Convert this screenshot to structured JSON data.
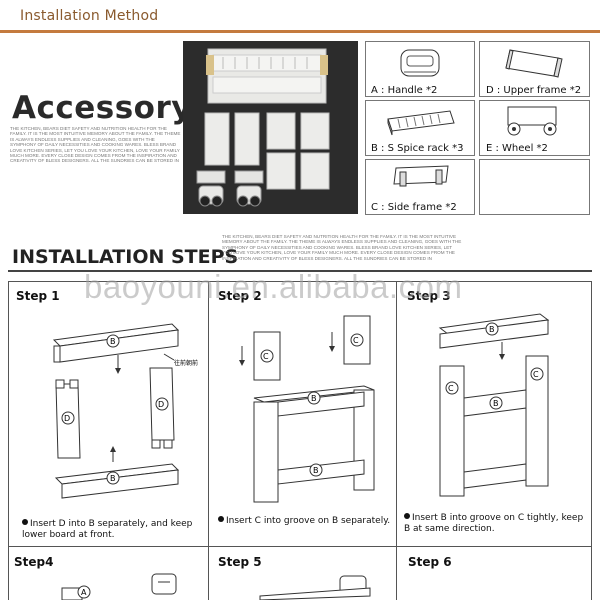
{
  "header": {
    "title": "Installation  Method"
  },
  "accessory": {
    "title": "Accessory",
    "description": "THE KITCHEN, BEARS DIET SAFETY AND NUTRITION HEALTH FOR THE FAMILY. IT IS THE MOST INTUITIVE MEMORY ABOUT THE FAMILY. THE THEME IS ALWAYS ENDLESS SUPPLIES AND CLEANING, GOES WITH THE SYMPHONY OF DAILY NECESSITIES AND COOKING WARES. BLESS BRAND LOVE KITCHEN SERIES, LET YOU LOVE YOUR KITCHEN, LOVE YOUR FAMILY MUCH MORE. EVERY CLOSE DESIGN COMES FROM THE INSPIRATION AND CREATIVITY OF BLESS DESIGNERS. ALL THE SUNDRIES CAN BE STORED IN",
    "items": [
      {
        "label": "A : Handle *2",
        "icon": "handle-icon"
      },
      {
        "label": "D :  Upper frame *2",
        "icon": "upper-frame-icon"
      },
      {
        "label": "B : S Spice rack *3",
        "icon": "spice-rack-icon"
      },
      {
        "label": "E : Wheel *2",
        "icon": "wheel-icon"
      },
      {
        "label": "C : Side frame *2",
        "icon": "side-frame-icon"
      }
    ]
  },
  "installation": {
    "title": "INSTALLATION STEPS",
    "description": "THE KITCHEN, BEARS DIET SAFETY AND NUTRITION HEALTH FOR THE FAMILY. IT IS THE MOST INTUITIVE MEMORY ABOUT THE FAMILY. THE THEME IS ALWAYS ENDLESS SUPPLIES AND CLEANING, GOES WITH THE SYMPHONY OF DAILY NECESSITIES AND COOKING WARES. BLESS BRAND LOVE KITCHEN SERIES, LET YOU LOVE YOUR KITCHEN, LOVE YOUR FAMILY MUCH MORE. EVERY CLOSE DESIGN COMES FROM THE INSPIRATION AND CREATIVITY OF BLESS DESIGNERS. ALL THE SUNDRIES CAN BE STORED IN",
    "watermark": "baoyouni.en.alibaba.com",
    "steps": [
      {
        "title": "Step 1",
        "note": "Insert D into B separately, and keep lower board at front.",
        "callout": "往前朝前"
      },
      {
        "title": "Step 2",
        "note": "Insert C into groove on B separately."
      },
      {
        "title": "Step 3",
        "note": "Insert B into groove on C tightly, keep B at same direction."
      },
      {
        "title": "Step4"
      },
      {
        "title": "Step 5"
      },
      {
        "title": "Step 6"
      }
    ],
    "part_labels": {
      "a": "A",
      "b": "B",
      "c": "C",
      "d": "D"
    }
  }
}
